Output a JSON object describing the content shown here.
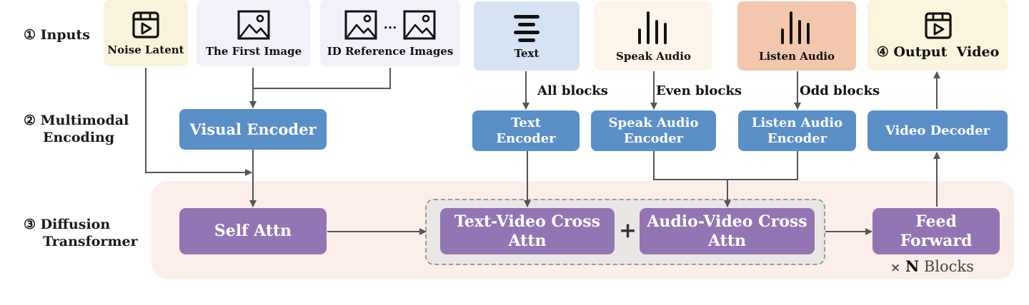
{
  "stages": {
    "inputs": "① Inputs",
    "encoding_1": "② Multimodal",
    "encoding_2": "Encoding",
    "transformer_1": "③ Diffusion",
    "transformer_2": "Transformer"
  },
  "inputs": {
    "noise_latent": "Noise Latent",
    "first_image": "The First Image",
    "id_reference": "ID Reference Images",
    "ellipsis": "...",
    "text": "Text",
    "speak_audio": "Speak Audio",
    "listen_audio": "Listen Audio",
    "output_video": "④ Output  Video"
  },
  "encoders": {
    "visual": "Visual Encoder",
    "text_1": "Text",
    "text_2": "Encoder",
    "speak_1": "Speak Audio",
    "speak_2": "Encoder",
    "listen_1": "Listen Audio",
    "listen_2": "Encoder",
    "video_decoder": "Video Decoder"
  },
  "edge_labels": {
    "all_blocks": "All blocks",
    "even_blocks": "Even blocks",
    "odd_blocks": "Odd blocks"
  },
  "transformer": {
    "self_attn": "Self Attn",
    "text_cross_1": "Text-Video Cross",
    "text_cross_2": "Attn",
    "plus": "+",
    "audio_cross_1": "Audio-Video Cross",
    "audio_cross_2": "Attn",
    "ffn_1": "Feed",
    "ffn_2": "Forward",
    "repeat_x": "×",
    "repeat_n": "N",
    "repeat_blocks": "Blocks"
  },
  "colors": {
    "encoder_blue": "#5a8fc8",
    "attention_purple": "#9375b3",
    "transformer_bg": "#fcefea",
    "noise_bg": "#faf3dc",
    "image_bg": "#f1f1fa",
    "text_bg": "#d6e3f4",
    "speak_bg": "#fdf5ea",
    "listen_bg": "#f2c7ae",
    "output_bg": "#fbf5de"
  },
  "icons": [
    "video-file-icon",
    "image-icon",
    "text-lines-icon",
    "audio-waveform-icon"
  ]
}
